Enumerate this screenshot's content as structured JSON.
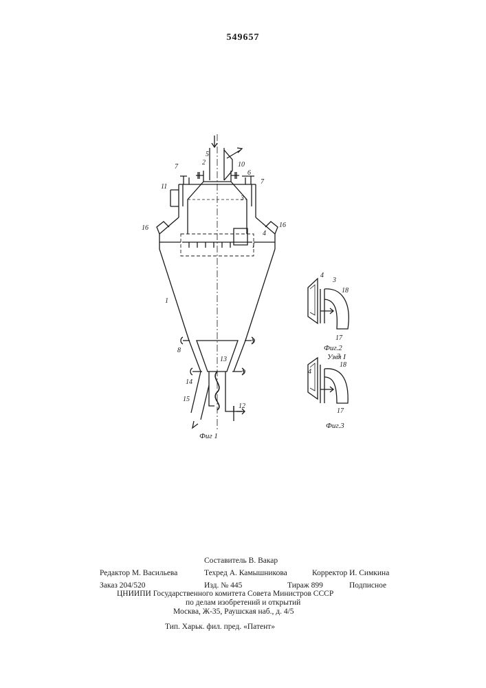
{
  "patent_number": "549657",
  "figure_labels": {
    "fig1": "Фиг 1",
    "fig2": "Фиг.2",
    "fig3": "Фиг.3",
    "detail_node": "Узел I"
  },
  "part_numbers": {
    "p1": "1",
    "p2": "2",
    "p3": "3",
    "p4": "4",
    "p5": "5",
    "p6": "6",
    "p7": "7",
    "p8": "8",
    "p9": "9",
    "p10": "10",
    "p11": "11",
    "p12": "12",
    "p13": "13",
    "p14": "14",
    "p15": "15",
    "p16": "16",
    "p17": "17",
    "p18": "18",
    "detail_mark": "I"
  },
  "footer": {
    "compiler": "Составитель В. Вакар",
    "editor": "Редактор М. Васильева",
    "techred": "Техред А. Камышникова",
    "corrector": "Корректор И. Симкина",
    "order": "Заказ 204/520",
    "edition": "Изд. № 445",
    "circulation": "Тираж 899",
    "subscription": "Подписное",
    "org1": "ЦНИИПИ Государственного комитета Совета Министров СССР",
    "org2": "по делам изобретений и открытий",
    "org3": "Москва, Ж-35, Раушская наб., д. 4/5",
    "printer": "Тип. Харьк. фил. пред. «Патент»"
  }
}
